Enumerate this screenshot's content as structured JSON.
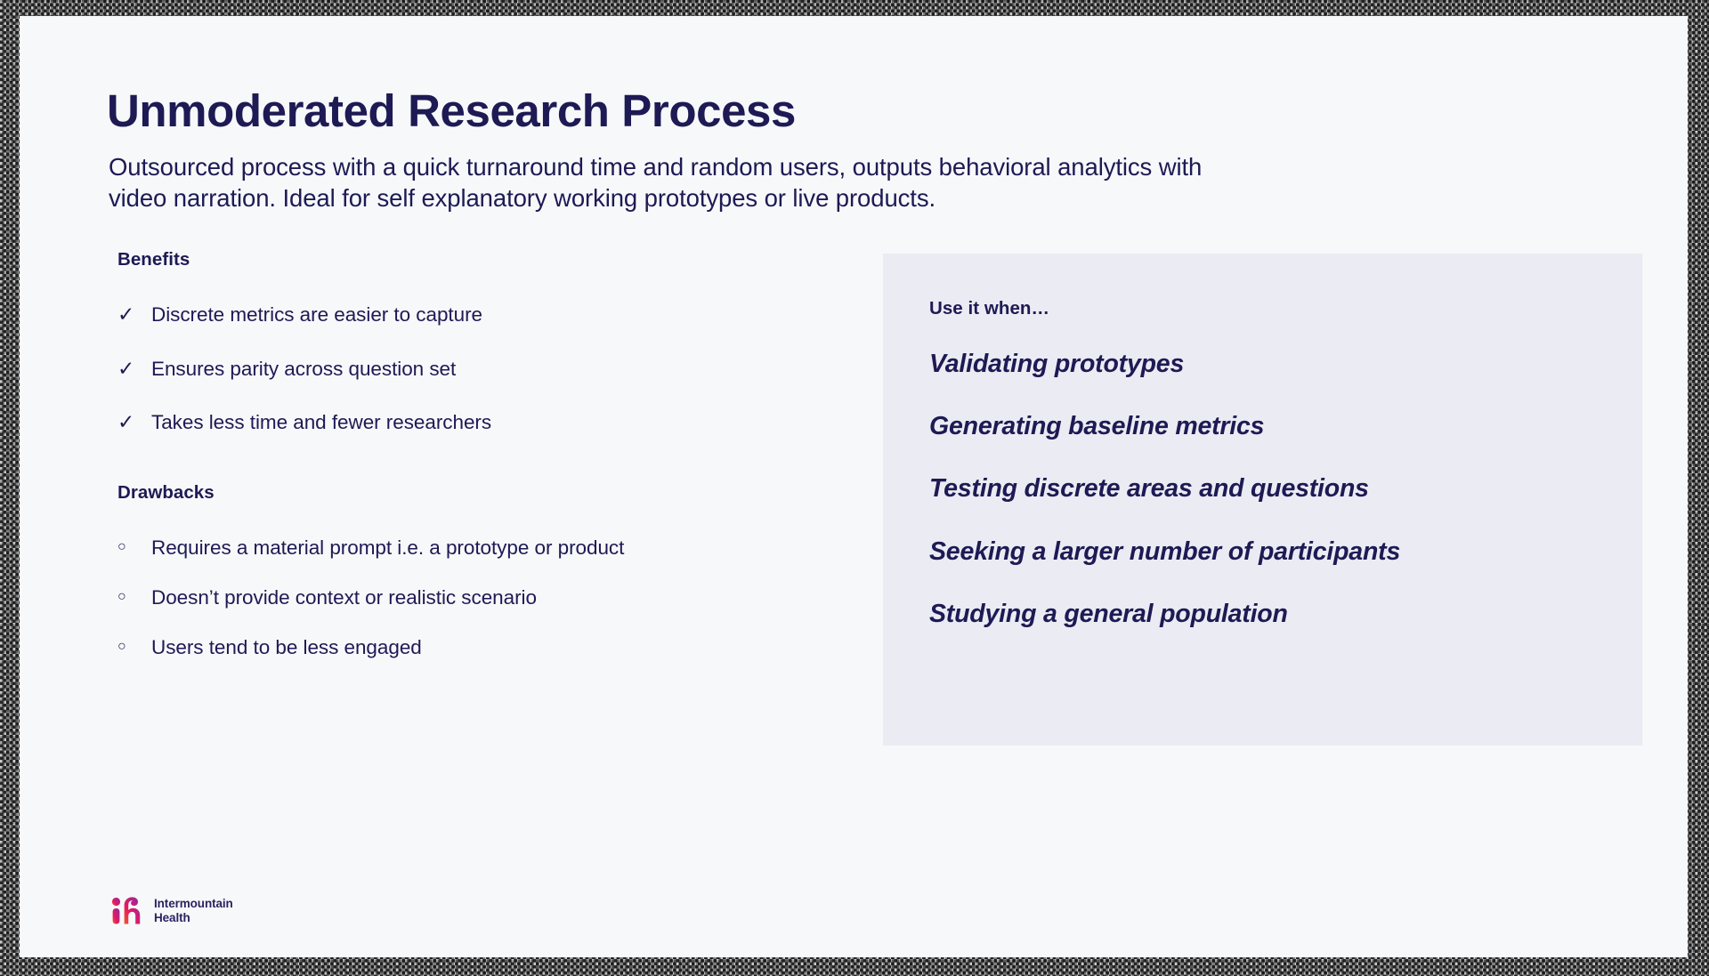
{
  "slide": {
    "title": "Unmoderated Research Process",
    "subtitle": "Outsourced process with a quick turnaround time and random users, outputs behavioral analytics with video narration. Ideal for self explanatory working prototypes or live products."
  },
  "left_column": {
    "benefits": {
      "heading": "Benefits",
      "bullet_glyph": "✓",
      "items": [
        "Discrete metrics are easier to capture",
        "Ensures parity across question set",
        "Takes less time and fewer researchers"
      ]
    },
    "drawbacks": {
      "heading": "Drawbacks",
      "bullet_glyph": "○",
      "items": [
        "Requires a material prompt i.e. a prototype or product",
        "Doesn’t provide context or realistic scenario",
        "Users tend to be less engaged"
      ]
    }
  },
  "use_panel": {
    "heading": "Use it when…",
    "items": [
      "Validating prototypes",
      "Generating baseline metrics",
      "Testing discrete areas and questions",
      "Seeking a larger number of participants",
      "Studying a general population"
    ]
  },
  "logo": {
    "mark_alt": "intermountain-health-ih-mark",
    "line1": "Intermountain",
    "line2": "Health"
  },
  "colors": {
    "slide_background": "#f7f8fa",
    "text_navy": "#1d1a54",
    "panel_background": "#ebebf3",
    "logo_gradient_start": "#f05a28",
    "logo_gradient_mid": "#e5195e",
    "logo_gradient_end": "#7b2d8e"
  }
}
